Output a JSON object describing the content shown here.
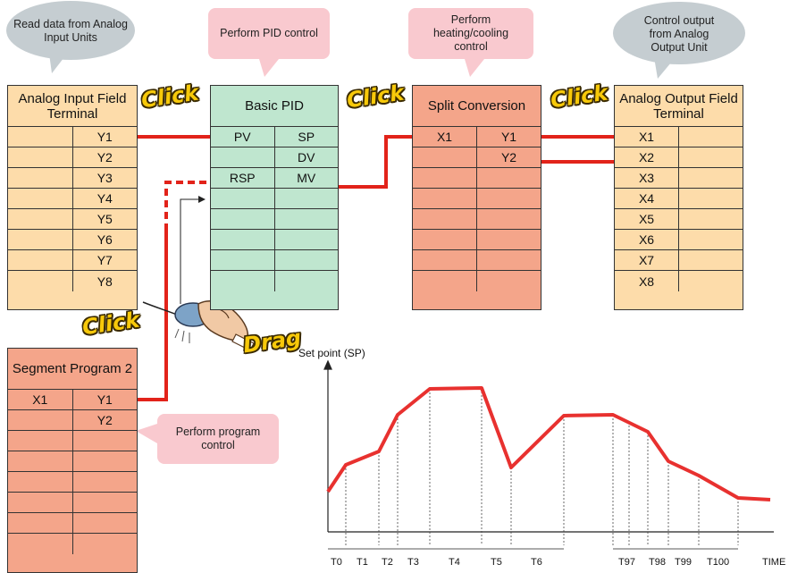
{
  "callouts": {
    "analog_input": "Read data from Analog Input Units",
    "pid": "Perform PID control",
    "split": "Perform heating/cooling control",
    "analog_output": "Control output from Analog Output Unit",
    "program": "Perform program control"
  },
  "click_labels": [
    "Click",
    "Click",
    "Click",
    "Click"
  ],
  "drag_label": "Drag",
  "tables": {
    "analog_input": {
      "title": "Analog Input Field Terminal",
      "rows": [
        [
          "",
          "Y1"
        ],
        [
          "",
          "Y2"
        ],
        [
          "",
          "Y3"
        ],
        [
          "",
          "Y4"
        ],
        [
          "",
          "Y5"
        ],
        [
          "",
          "Y6"
        ],
        [
          "",
          "Y7"
        ],
        [
          "",
          "Y8"
        ]
      ]
    },
    "basic_pid": {
      "title": "Basic PID",
      "rows": [
        [
          "PV",
          "SP"
        ],
        [
          "",
          "DV"
        ],
        [
          "RSP",
          "MV"
        ],
        [
          "",
          ""
        ],
        [
          "",
          ""
        ],
        [
          "",
          ""
        ],
        [
          "",
          ""
        ],
        [
          "",
          ""
        ]
      ]
    },
    "split": {
      "title": "Split Conversion",
      "rows": [
        [
          "X1",
          "Y1"
        ],
        [
          "",
          "Y2"
        ],
        [
          "",
          ""
        ],
        [
          "",
          ""
        ],
        [
          "",
          ""
        ],
        [
          "",
          ""
        ],
        [
          "",
          ""
        ],
        [
          "",
          ""
        ]
      ]
    },
    "analog_output": {
      "title": "Analog Output Field Terminal",
      "rows": [
        [
          "X1",
          ""
        ],
        [
          "X2",
          ""
        ],
        [
          "X3",
          ""
        ],
        [
          "X4",
          ""
        ],
        [
          "X5",
          ""
        ],
        [
          "X6",
          ""
        ],
        [
          "X7",
          ""
        ],
        [
          "X8",
          ""
        ]
      ]
    },
    "segment": {
      "title": "Segment Program 2",
      "rows": [
        [
          "X1",
          "Y1"
        ],
        [
          "",
          "Y2"
        ],
        [
          "",
          ""
        ],
        [
          "",
          ""
        ],
        [
          "",
          ""
        ],
        [
          "",
          ""
        ],
        [
          "",
          ""
        ],
        [
          "",
          ""
        ]
      ]
    }
  },
  "chart": {
    "ylabel": "Set point (SP)",
    "xlabel": "TIME",
    "time_labels": [
      "T0",
      "T1",
      "T2",
      "T3",
      "T4",
      "T5",
      "T6",
      "T97",
      "T98",
      "T99",
      "T100"
    ],
    "line_color": "#e8312f"
  },
  "colors": {
    "analog": "#fddcaa",
    "pid": "#bfe6cf",
    "split": "#f4a58a",
    "callout_pink": "#f9c9cf",
    "callout_gray": "#c5cdd1",
    "wire": "#e2231a"
  }
}
